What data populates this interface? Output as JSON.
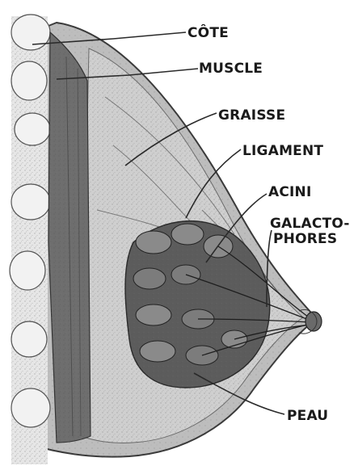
{
  "diagram": {
    "labels": {
      "cote": "CÔTE",
      "muscle": "MUSCLE",
      "graisse": "GRAISSE",
      "ligament": "LIGAMENT",
      "acini": "ACINI",
      "galacto_line1": "GALACTO-",
      "galacto_line2": "PHORES",
      "peau": "PEAU"
    },
    "colors": {
      "ink": "#1a1a1a",
      "rib": "#d9d9d9",
      "muscle": "#7a7a7a",
      "fat": "#c4c4c4",
      "gland": "#5a5a5a",
      "skin": "#9a9a9a"
    }
  }
}
